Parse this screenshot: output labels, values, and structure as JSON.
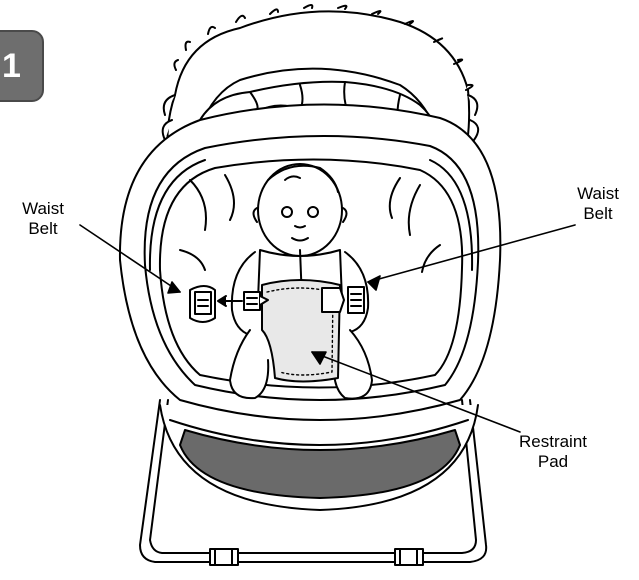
{
  "step": {
    "number": "1"
  },
  "labels": {
    "left_waist_belt": {
      "line1": "Waist",
      "line2": "Belt"
    },
    "right_waist_belt": {
      "line1": "Waist",
      "line2": "Belt"
    },
    "restraint_pad": {
      "line1": "Restraint",
      "line2": "Pad"
    }
  },
  "colors": {
    "ink": "#000000",
    "tab": "#6e6e6e",
    "mesh": "#4a4a4a"
  }
}
